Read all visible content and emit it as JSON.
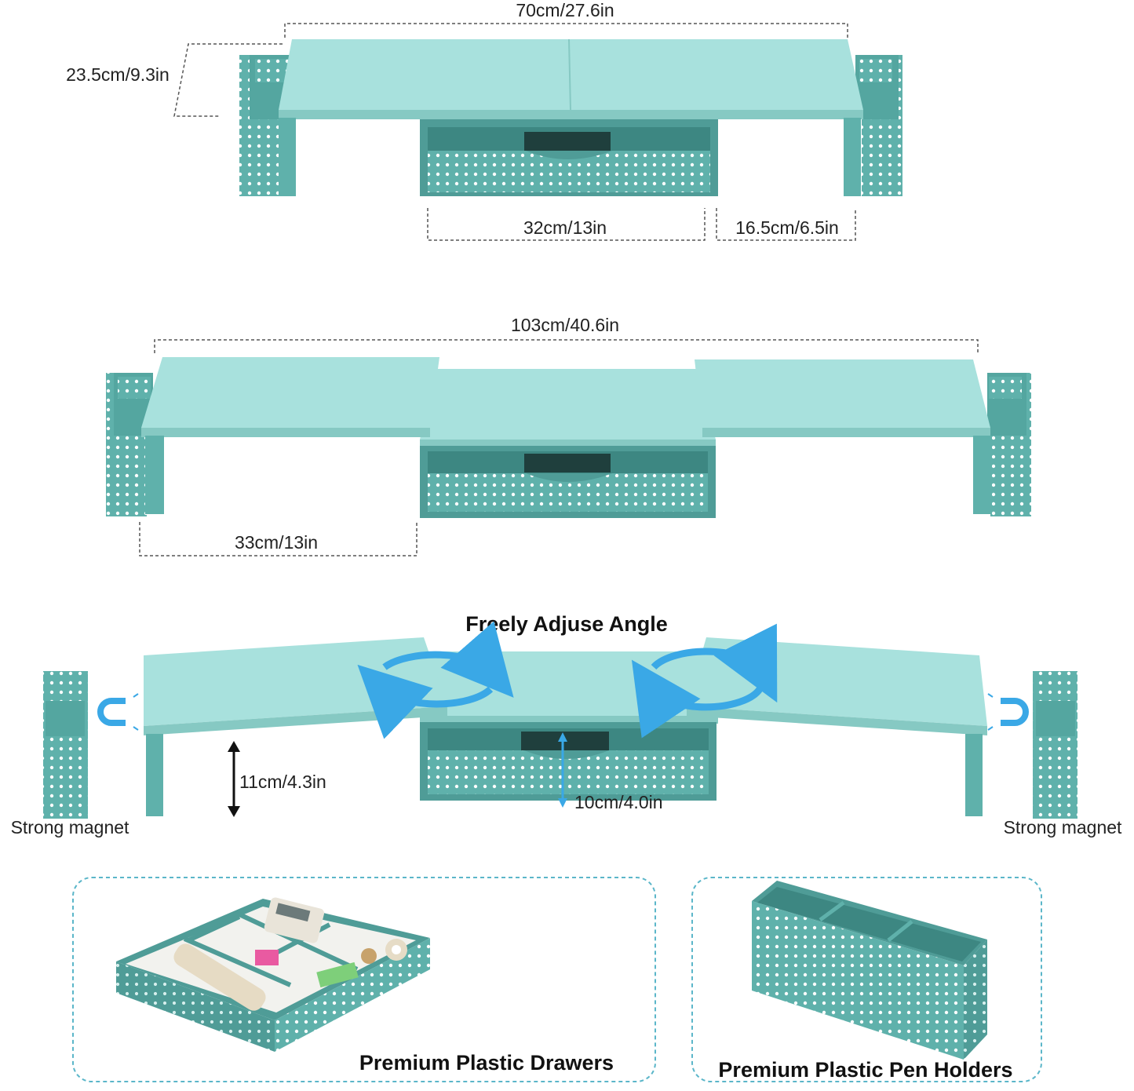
{
  "colors": {
    "top": "#a8e1dd",
    "top_edge": "#86c9c3",
    "body": "#5fb1ab",
    "body_dark": "#4f9c97",
    "holes": "#ffffff",
    "dash": "#555555",
    "arrow": "#3aa8e6",
    "box_border": "#5bb6c9"
  },
  "section1": {
    "width_label": "70cm/27.6in",
    "depth_label": "23.5cm/9.3in",
    "drawer_label": "32cm/13in",
    "side_label": "16.5cm/6.5in"
  },
  "section2": {
    "width_label": "103cm/40.6in",
    "wing_label": "33cm/13in"
  },
  "section3": {
    "title": "Freely Adjuse Angle",
    "height_label": "11cm/4.3in",
    "drawer_height_label": "10cm/4.0in",
    "magnet_left": "Strong magnet",
    "magnet_right": "Strong magnet"
  },
  "panels": {
    "drawers": "Premium Plastic Drawers",
    "pen_holders": "Premium Plastic Pen Holders"
  }
}
